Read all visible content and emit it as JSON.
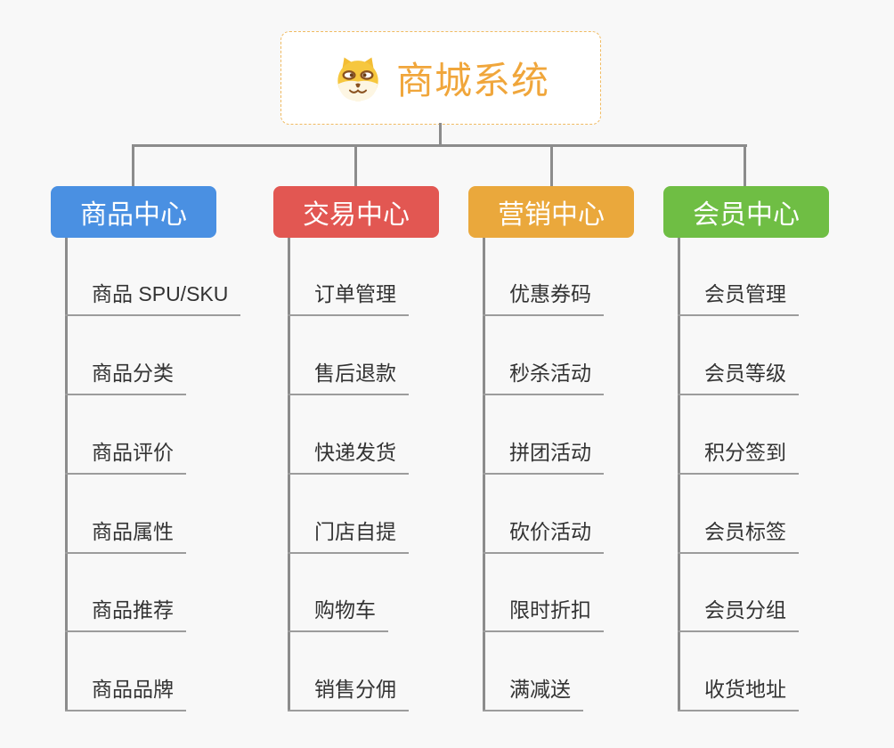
{
  "root": {
    "title": "商城系统",
    "icon": "dog-face-icon"
  },
  "branches": [
    {
      "label": "商品中心",
      "color": "#4a90e2",
      "items": [
        "商品 SPU/SKU",
        "商品分类",
        "商品评价",
        "商品属性",
        "商品推荐",
        "商品品牌"
      ]
    },
    {
      "label": "交易中心",
      "color": "#e25752",
      "items": [
        "订单管理",
        "售后退款",
        "快递发货",
        "门店自提",
        "购物车",
        "销售分佣"
      ]
    },
    {
      "label": "营销中心",
      "color": "#eaa83c",
      "items": [
        "优惠券码",
        "秒杀活动",
        "拼团活动",
        "砍价活动",
        "限时折扣",
        "满减送"
      ]
    },
    {
      "label": "会员中心",
      "color": "#6fbe44",
      "items": [
        "会员管理",
        "会员等级",
        "积分签到",
        "会员标签",
        "会员分组",
        "收货地址"
      ]
    }
  ],
  "colors": {
    "background": "#f8f8f8",
    "connector_line": "#8c8c8c",
    "item_underline": "#9c9c9c",
    "root_border": "#f0bb62",
    "root_text": "#f0a63b",
    "item_text": "#333333"
  }
}
